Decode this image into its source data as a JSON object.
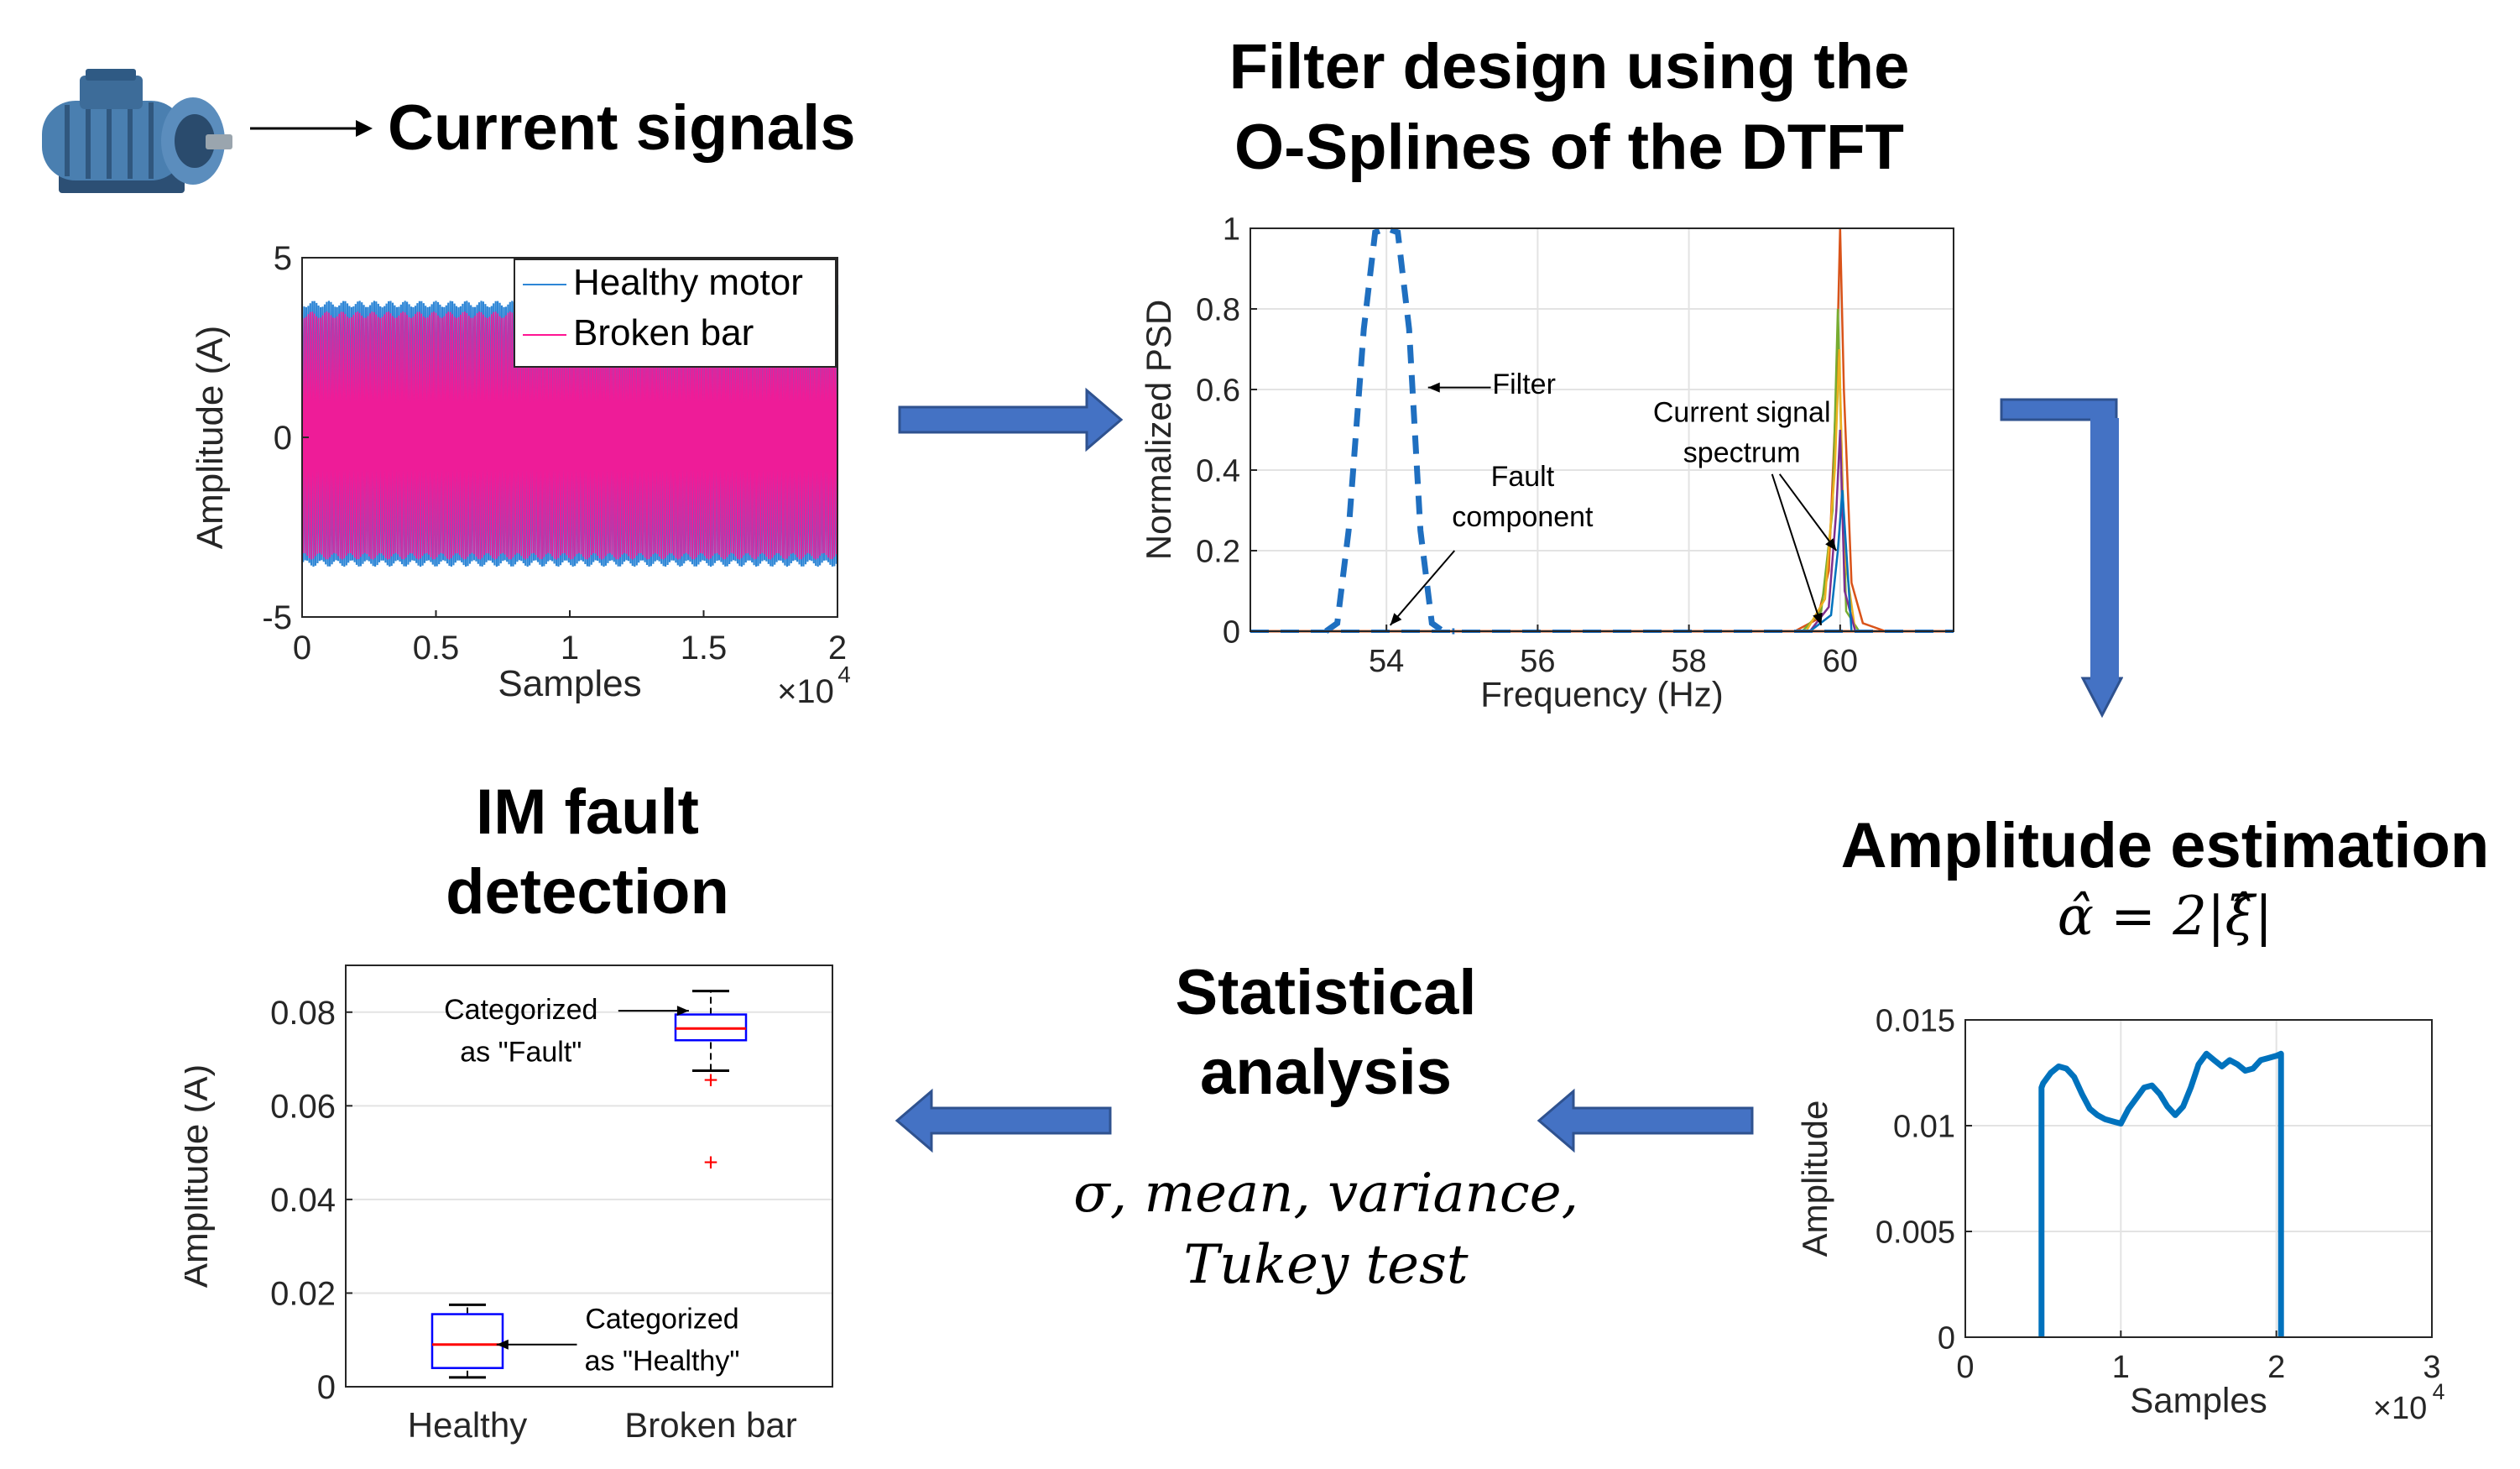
{
  "headings": {
    "current_signals": "Current signals",
    "filter_design_line1": "Filter design using the",
    "filter_design_line2": "O-Splines of the DTFT",
    "amplitude_estimation": "Amplitude estimation",
    "amplitude_formula": "α̂ = 2|ξ̂|",
    "statistical_line1": "Statistical",
    "statistical_line2": "analysis",
    "stats_line1": "σ, mean, variance,",
    "stats_line2": "Tukey test",
    "im_fault_line1": "IM fault",
    "im_fault_line2": "detection"
  },
  "icons": {
    "motor": "electric-motor-icon",
    "flow_arrow_color": "#4472C4"
  },
  "chart_data": [
    {
      "id": "current_signals",
      "type": "line",
      "xlabel": "Samples",
      "ylabel": "Amplitude (A)",
      "x_exponent": "×10",
      "x_exponent_power": "4",
      "xlim": [
        0,
        20000
      ],
      "ylim": [
        -5,
        5
      ],
      "x_ticks": [
        0,
        5000,
        10000,
        15000,
        20000
      ],
      "x_tick_labels": [
        "0",
        "0.5",
        "1",
        "1.5",
        "2"
      ],
      "y_ticks": [
        -5,
        0,
        5
      ],
      "y_tick_labels": [
        "-5",
        "0",
        "5"
      ],
      "series": [
        {
          "name": "Healthy motor",
          "color": "#2E86D6",
          "envelope": [
            -3.6,
            3.8
          ],
          "x_range": [
            0,
            20000
          ]
        },
        {
          "name": "Broken bar",
          "color": "#FF1493",
          "envelope": [
            -3.4,
            3.5
          ],
          "x_range": [
            0,
            20000
          ]
        }
      ],
      "legend_position": "top-right"
    },
    {
      "id": "filter_design",
      "type": "line",
      "xlabel": "Frequency (Hz)",
      "ylabel": "Normalized PSD",
      "xlim": [
        52.2,
        61.5
      ],
      "ylim": [
        0,
        1
      ],
      "x_ticks": [
        54,
        56,
        58,
        60
      ],
      "x_tick_labels": [
        "54",
        "56",
        "58",
        "60"
      ],
      "y_ticks": [
        0,
        0.2,
        0.4,
        0.6,
        0.8,
        1
      ],
      "y_tick_labels": [
        "0",
        "0.2",
        "0.4",
        "0.6",
        "0.8",
        "1"
      ],
      "grid": true,
      "series": [
        {
          "style": "dashed",
          "color": "#1F6FC0",
          "x": [
            53.2,
            53.35,
            53.5,
            53.7,
            53.85,
            54.0,
            54.15,
            54.3,
            54.45,
            54.6,
            54.75,
            54.9
          ],
          "y": [
            0,
            0.02,
            0.25,
            0.75,
            0.99,
            1.0,
            0.99,
            0.75,
            0.25,
            0.02,
            0,
            0
          ]
        },
        {
          "style": "solid",
          "color": "#D95319",
          "x": [
            59.4,
            59.7,
            59.85,
            59.95,
            60.0,
            60.05,
            60.15,
            60.3,
            60.6
          ],
          "y": [
            0,
            0.03,
            0.15,
            0.6,
            1.0,
            0.6,
            0.12,
            0.02,
            0
          ]
        },
        {
          "style": "solid",
          "color": "#77AC30",
          "x": [
            59.5,
            59.75,
            59.9,
            59.97,
            60.02,
            60.08,
            60.25
          ],
          "y": [
            0,
            0.05,
            0.3,
            0.8,
            0.45,
            0.05,
            0
          ]
        },
        {
          "style": "solid",
          "color": "#EDB120",
          "x": [
            59.55,
            59.8,
            59.93,
            59.99,
            60.05,
            60.2
          ],
          "y": [
            0,
            0.08,
            0.4,
            0.7,
            0.2,
            0
          ]
        },
        {
          "style": "solid",
          "color": "#7E2F8E",
          "x": [
            59.6,
            59.85,
            59.95,
            60.0,
            60.06,
            60.2
          ],
          "y": [
            0,
            0.06,
            0.3,
            0.5,
            0.1,
            0
          ]
        },
        {
          "style": "solid",
          "color": "#0072BD",
          "x": [
            59.6,
            59.88,
            59.97,
            60.03,
            60.15
          ],
          "y": [
            0,
            0.04,
            0.2,
            0.35,
            0
          ]
        }
      ],
      "annotations": {
        "filter": "Filter",
        "fault_line1": "Fault",
        "fault_line2": "component",
        "spectrum_line1": "Current signal",
        "spectrum_line2": "spectrum"
      }
    },
    {
      "id": "amplitude_estimation",
      "type": "line",
      "xlabel": "Samples",
      "ylabel": "Amplitude",
      "x_exponent": "×10",
      "x_exponent_power": "4",
      "xlim": [
        0,
        30000
      ],
      "ylim": [
        0,
        0.015
      ],
      "x_ticks": [
        0,
        10000,
        20000,
        30000
      ],
      "x_tick_labels": [
        "0",
        "1",
        "2",
        "3"
      ],
      "y_ticks": [
        0,
        0.005,
        0.01,
        0.015
      ],
      "y_tick_labels": [
        "0",
        "0.005",
        "0.01",
        "0.015"
      ],
      "grid": true,
      "series": [
        {
          "color": "#0072BD",
          "x": [
            4900,
            4900,
            5000,
            5500,
            6000,
            6500,
            7000,
            7500,
            8000,
            8500,
            9000,
            9500,
            10000,
            10500,
            11000,
            11500,
            12000,
            12500,
            13000,
            13500,
            14000,
            14500,
            15000,
            15500,
            16000,
            16500,
            17000,
            17500,
            18000,
            18500,
            19000,
            19500,
            20000,
            20300,
            20300
          ],
          "y": [
            0,
            0.0118,
            0.012,
            0.0125,
            0.0128,
            0.0127,
            0.0123,
            0.0115,
            0.0108,
            0.0105,
            0.0103,
            0.0102,
            0.0101,
            0.0108,
            0.0113,
            0.0118,
            0.0119,
            0.0115,
            0.0109,
            0.0105,
            0.0109,
            0.0118,
            0.0129,
            0.0134,
            0.0131,
            0.0128,
            0.0131,
            0.0129,
            0.0126,
            0.0127,
            0.0131,
            0.0132,
            0.0133,
            0.0134,
            0
          ]
        }
      ]
    },
    {
      "id": "im_fault_detection",
      "type": "box",
      "ylabel": "Amplitude (A)",
      "ylim": [
        0,
        0.09
      ],
      "y_ticks": [
        0,
        0.02,
        0.04,
        0.06,
        0.08
      ],
      "y_tick_labels": [
        "0",
        "0.02",
        "0.04",
        "0.06",
        "0.08"
      ],
      "grid": true,
      "categories": [
        "Healthy",
        "Broken bar"
      ],
      "boxes": [
        {
          "whisker_low": 0.002,
          "q1": 0.004,
          "median": 0.009,
          "q3": 0.0155,
          "whisker_high": 0.0175,
          "outliers": []
        },
        {
          "whisker_low": 0.0675,
          "q1": 0.074,
          "median": 0.0765,
          "q3": 0.0795,
          "whisker_high": 0.0845,
          "outliers": [
            0.0655,
            0.048
          ]
        }
      ],
      "annotations": {
        "fault_line1": "Categorized",
        "fault_line2": "as \"Fault\"",
        "healthy_line1": "Categorized",
        "healthy_line2": "as \"Healthy\""
      }
    }
  ]
}
